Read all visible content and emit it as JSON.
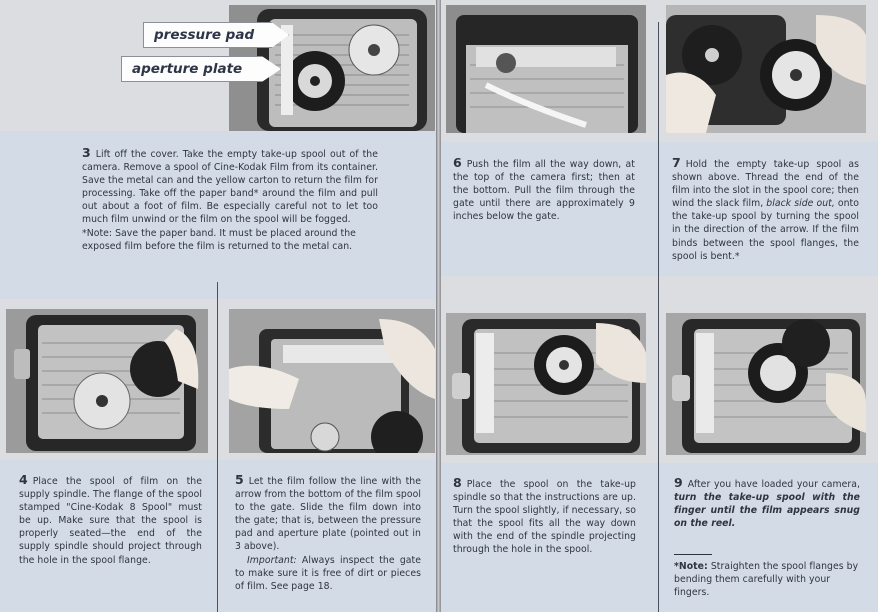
{
  "callouts": {
    "pressure_pad": "pressure pad",
    "aperture_plate": "aperture plate"
  },
  "steps": {
    "s3": {
      "num": "3",
      "text": "Lift off the cover. Take the empty take-up spool out of the camera. Remove a spool of Cine-Kodak Film from its container. Save the metal can and the yellow carton to return the film for processing. Take off the paper band* around the film and pull out about a foot of film. Be especially careful not to let too much film unwind or the film on the spool will be fogged.",
      "note": "*Note: Save the paper band. It must be placed around the exposed film before the film is returned to the metal can."
    },
    "s4": {
      "num": "4",
      "text": "Place the spool of film on the supply spindle. The flange of the spool stamped \"Cine-Kodak 8 Spool\" must be up. Make sure that the spool is properly seated—the end of the supply spindle should project through the hole in the spool flange."
    },
    "s5": {
      "num": "5",
      "text": "Let the film follow the line with the arrow from the bottom of the film spool to the gate. Slide the film down into the gate; that is, between the pressure pad and aperture plate (pointed out in 3 above).",
      "important_label": "Important:",
      "important_text": "Always inspect the gate to make sure it is free of dirt or pieces of film. See page 18."
    },
    "s6": {
      "num": "6",
      "text": "Push the film all the way down, at the top of the camera first; then at the bottom. Pull the film through the gate until there are approximately 9 inches below the gate."
    },
    "s7": {
      "num": "7",
      "text_a": "Hold the empty take-up spool as shown above. Thread the end of the film into the slot in the spool core; then wind the slack film,",
      "text_italic": "black side out,",
      "text_b": "onto the take-up spool by turning the spool in the direction of the arrow. If the film binds between the spool flanges, the spool is bent.*"
    },
    "s8": {
      "num": "8",
      "text": "Place the spool on the take-up spindle so that the instructions are up. Turn the spool slightly, if necessary, so that the spool fits all the way down with the end of the spindle projecting through the hole in the spool."
    },
    "s9": {
      "num": "9",
      "text_a": "After you have loaded your camera,",
      "text_bold": "turn the take-up spool with the finger until the film appears snug on the reel.",
      "note_label": "*Note:",
      "note_text": "Straighten the spool flanges by bending them carefully with your fingers."
    }
  },
  "colors": {
    "page": "#dcdde0",
    "panel": "#d3dbe6",
    "text": "#2f3540"
  }
}
